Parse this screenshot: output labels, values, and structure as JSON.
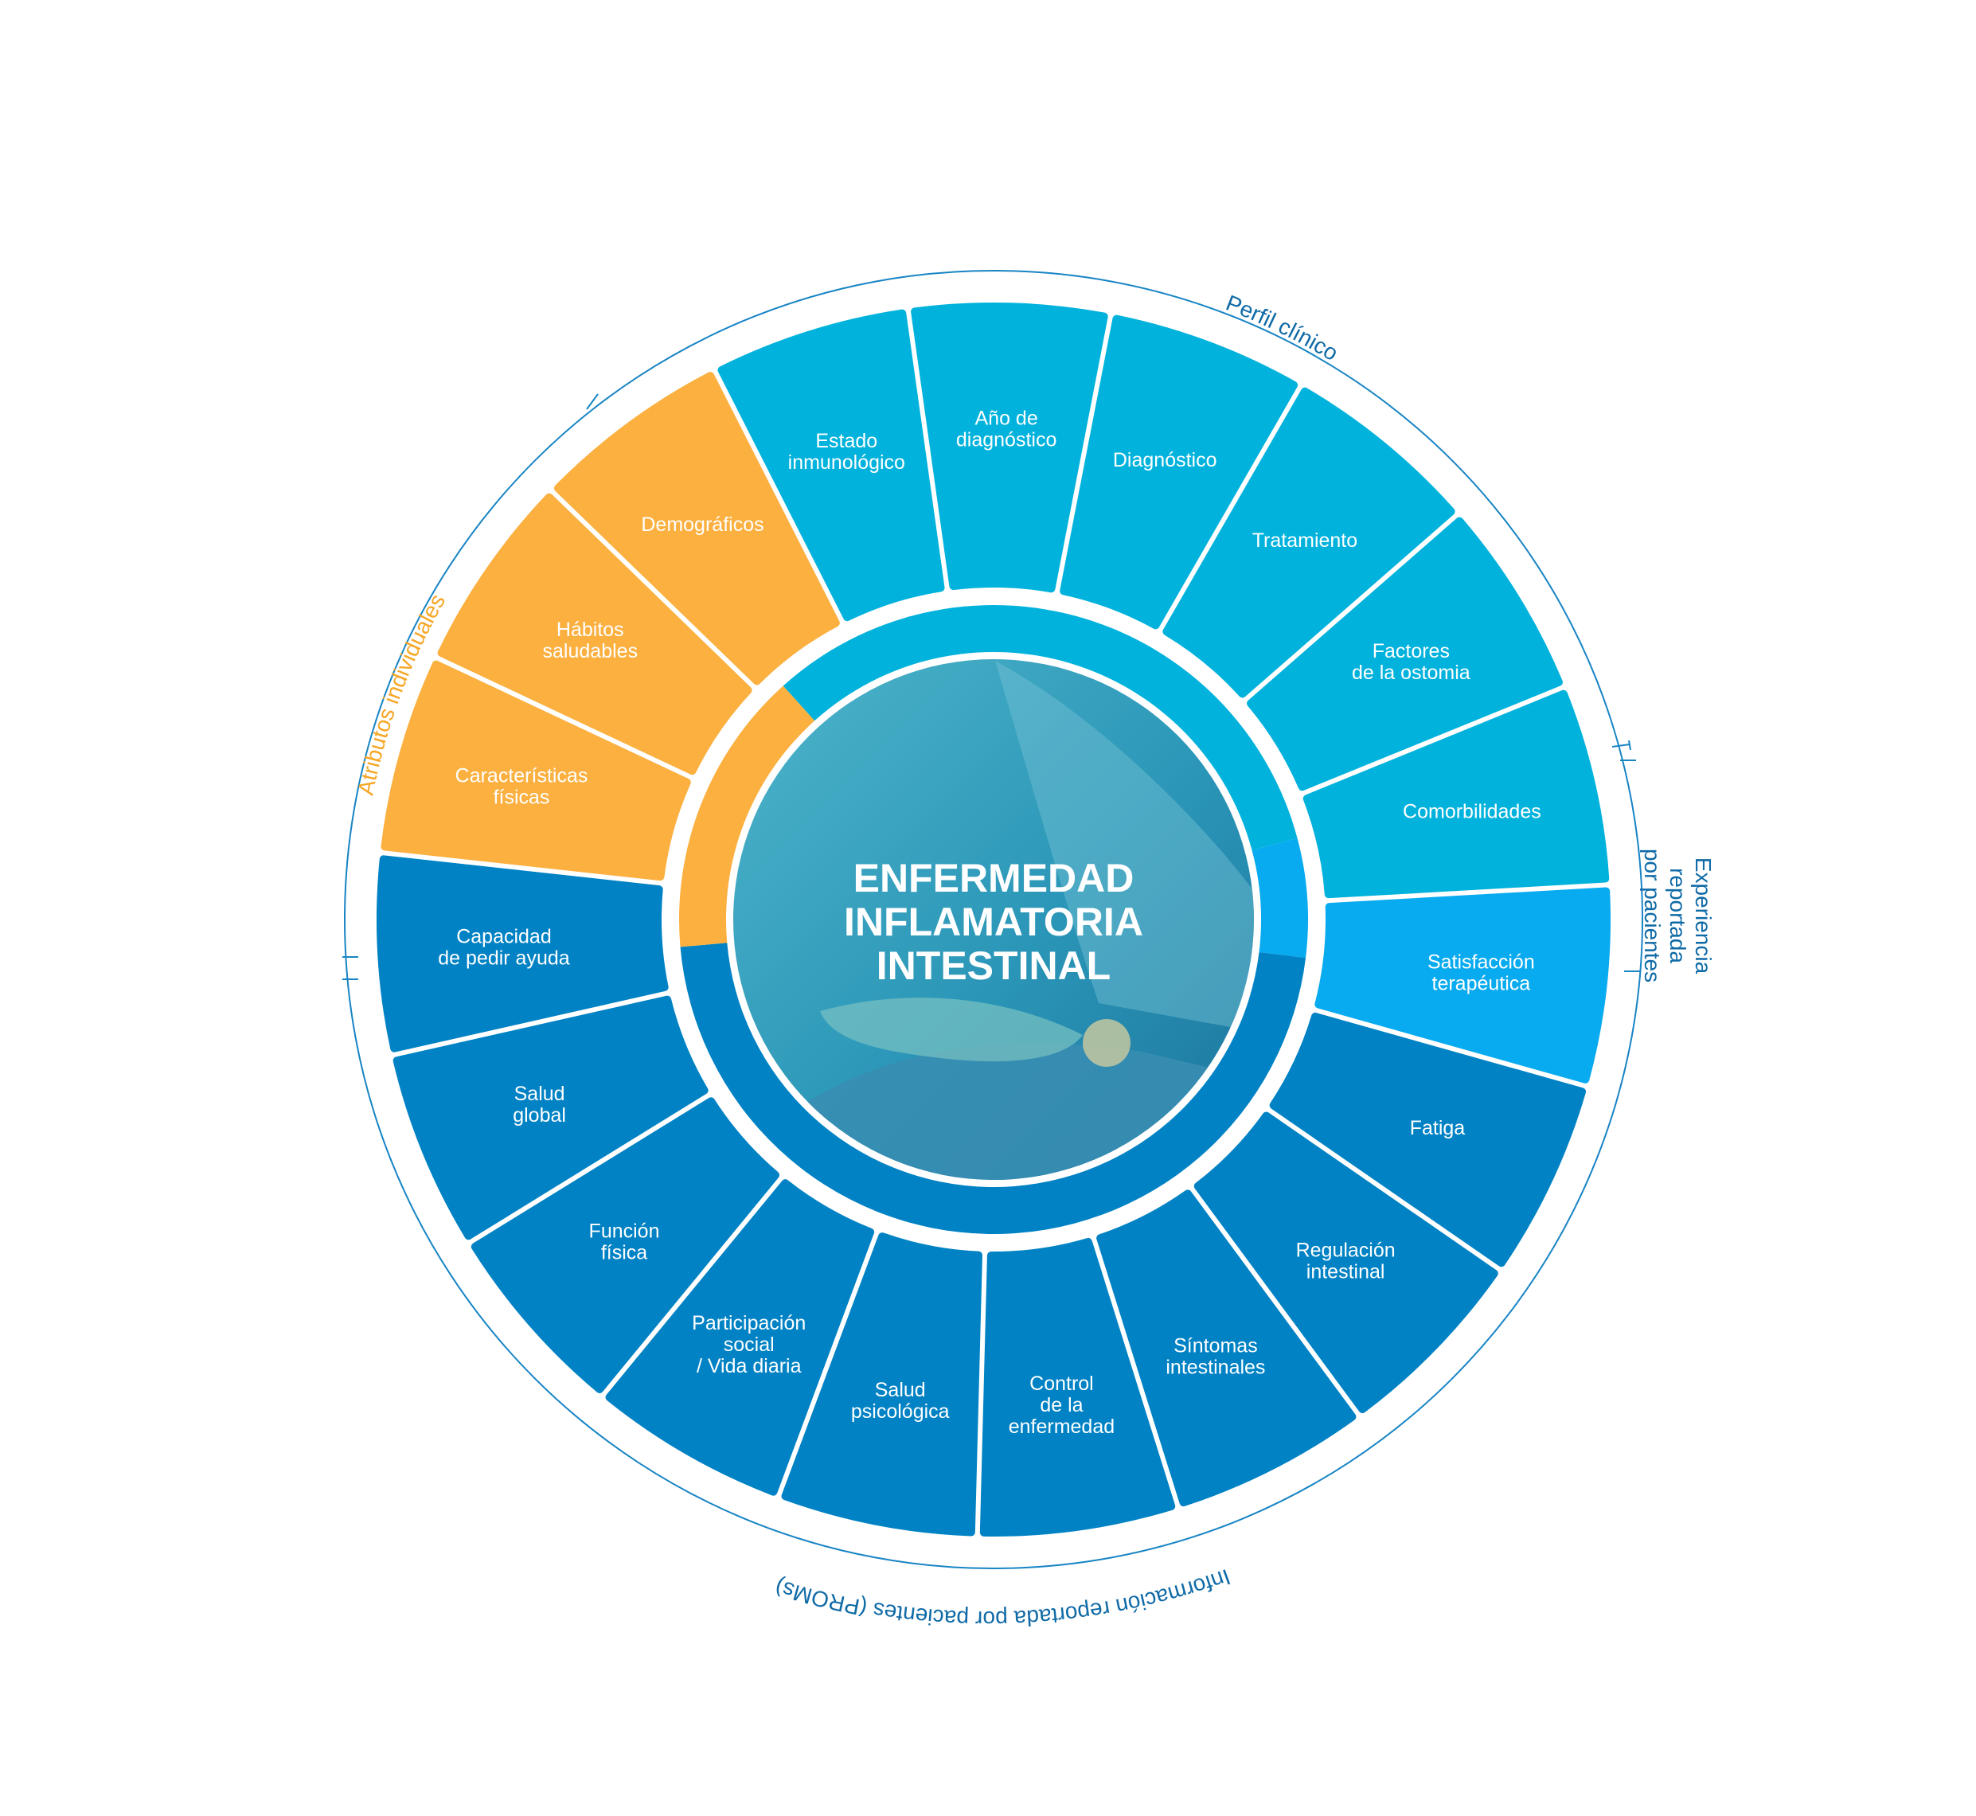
{
  "center": {
    "title_lines": [
      "ENFERMEDAD",
      "INFLAMATORIA",
      "INTESTINAL"
    ]
  },
  "groups": [
    {
      "id": "perfil",
      "label": "Perfil clínico",
      "color": "#00b2dc",
      "label_color": "#0f6aa6"
    },
    {
      "id": "experiencia",
      "label_lines": [
        "Experiencia",
        "reportada",
        "por pacientes"
      ],
      "color": "#08aaf0",
      "label_color": "#0f6aa6"
    },
    {
      "id": "proms",
      "label": "Información reportada por pacientes (PROMs)",
      "color": "#0082c4",
      "label_color": "#0f6aa6"
    },
    {
      "id": "atributos",
      "label": "Atributos individuales",
      "color": "#fbb040",
      "label_color": "#f6a625"
    }
  ],
  "segments": [
    {
      "group": "perfil",
      "lines": [
        "Año de",
        "diagnóstico"
      ]
    },
    {
      "group": "perfil",
      "lines": [
        "Diagnóstico"
      ]
    },
    {
      "group": "perfil",
      "lines": [
        "Tratamiento"
      ]
    },
    {
      "group": "perfil",
      "lines": [
        "Factores",
        "de la ostomia"
      ]
    },
    {
      "group": "perfil",
      "lines": [
        "Comorbilidades"
      ]
    },
    {
      "group": "experiencia",
      "lines": [
        "Satisfacción",
        "terapéutica"
      ]
    },
    {
      "group": "proms",
      "lines": [
        "Fatiga"
      ]
    },
    {
      "group": "proms",
      "lines": [
        "Regulación",
        "intestinal"
      ]
    },
    {
      "group": "proms",
      "lines": [
        "Síntomas",
        "intestinales"
      ]
    },
    {
      "group": "proms",
      "lines": [
        "Control",
        "de la",
        "enfermedad"
      ]
    },
    {
      "group": "proms",
      "lines": [
        "Salud",
        "psicológica"
      ]
    },
    {
      "group": "proms",
      "lines": [
        "Participación",
        "social",
        "/ Vida diaria"
      ]
    },
    {
      "group": "proms",
      "lines": [
        "Función",
        "física"
      ]
    },
    {
      "group": "proms",
      "lines": [
        "Salud",
        "global"
      ]
    },
    {
      "group": "proms",
      "lines": [
        "Capacidad",
        "de pedir ayuda"
      ]
    },
    {
      "group": "atributos",
      "lines": [
        "Características",
        "físicas"
      ]
    },
    {
      "group": "atributos",
      "lines": [
        "Hábitos",
        "saludables"
      ]
    },
    {
      "group": "atributos",
      "lines": [
        "Demográficos"
      ]
    },
    {
      "group": "perfil",
      "lines": [
        "Estado",
        "inmunológico"
      ]
    }
  ],
  "colors": {
    "outer_ring": "#1784c4",
    "photo_tint": "#3aa9c3"
  }
}
